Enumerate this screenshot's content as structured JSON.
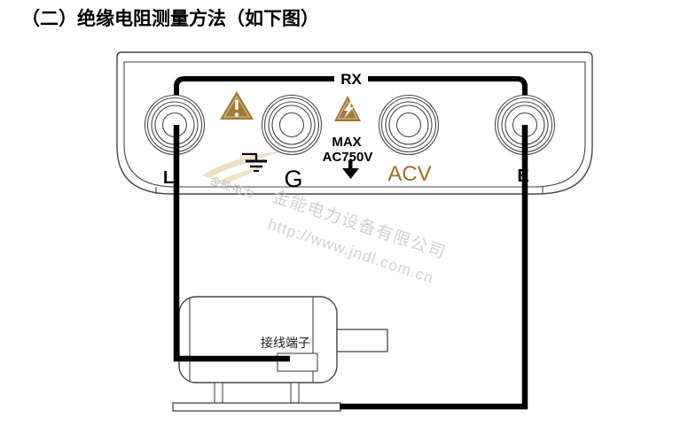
{
  "page": {
    "title": "（二）绝缘电阻测量方法（如下图）"
  },
  "panel": {
    "rx_label": "RX",
    "terminal_l": "L",
    "terminal_g": "G",
    "terminal_acv": "ACV",
    "terminal_e": "E",
    "max_label": "MAX",
    "max_voltage": "AC750V",
    "colors": {
      "warning_triangle": "#a2783a",
      "acv_text": "#9d6d2e",
      "outline": "#454545",
      "wire": "#000000"
    }
  },
  "icons": {
    "warning": "triangle-exclamation",
    "high_voltage": "triangle-lightning",
    "ground": "earth-ground-symbol",
    "insert_plug": "down-arrow-plug"
  },
  "motor": {
    "terminal_box_label": "接线端子"
  },
  "watermark": {
    "brand": "金能电力",
    "company": "金能电力设备有限公司",
    "url": "http://www.jndl.com.cn"
  }
}
